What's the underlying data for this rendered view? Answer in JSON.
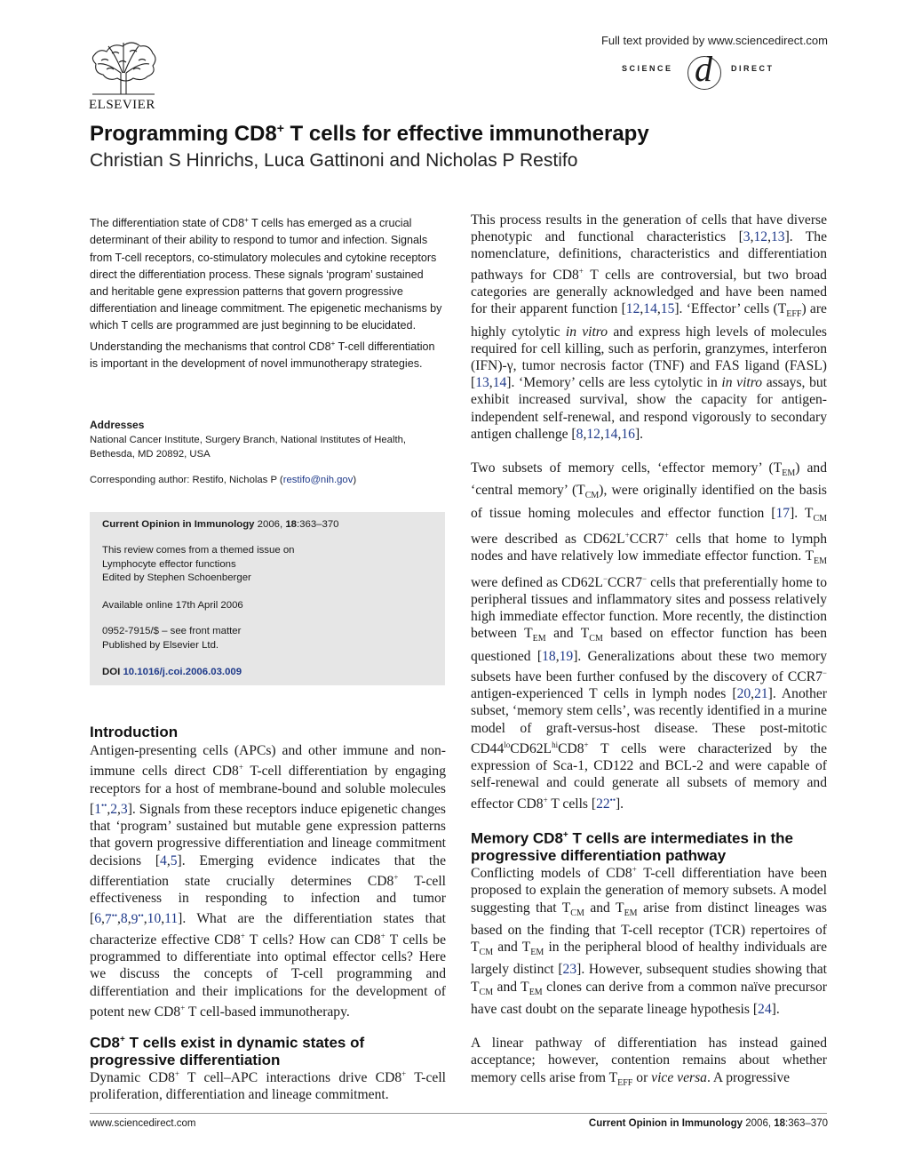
{
  "header": {
    "publisher": "ELSEVIER",
    "fulltext_note": "Full text provided by www.sciencedirect.com",
    "sd_logo_left": "SCIENCE",
    "sd_logo_right": "DIRECT",
    "sd_logo_mark": "d"
  },
  "article": {
    "title": "Programming CD8+ T cells for effective immunotherapy",
    "authors": "Christian S Hinrichs, Luca Gattinoni and Nicholas P Restifo"
  },
  "abstract": "The differentiation state of CD8+ T cells has emerged as a crucial determinant of their ability to respond to tumor and infection. Signals from T-cell receptors, co-stimulatory molecules and cytokine receptors direct the differentiation process. These signals ‘program’ sustained and heritable gene expression patterns that govern progressive differentiation and lineage commitment. The epigenetic mechanisms by which T cells are programmed are just beginning to be elucidated. Understanding the mechanisms that control CD8+ T-cell differentiation is important in the development of novel immunotherapy strategies.",
  "addresses": {
    "heading": "Addresses",
    "line1": "National Cancer Institute, Surgery Branch, National Institutes of Health,",
    "line2": "Bethesda, MD 20892, USA",
    "corresponding_prefix": "Corresponding author: Restifo, Nicholas P (",
    "email": "restifo@nih.gov",
    "corresponding_suffix": ")"
  },
  "infobox": {
    "journal": "Current Opinion in Immunology",
    "year_vol": "2006, ",
    "volume": "18",
    "pages": ":363–370",
    "theme_line1": "This review comes from a themed issue on",
    "theme_line2": "Lymphocyte effector functions",
    "theme_line3": "Edited by Stephen Schoenberger",
    "available": "Available online 17th April 2006",
    "issn": "0952-7915/$ – see front matter",
    "published": "Published by Elsevier Ltd.",
    "doi_label": "DOI",
    "doi": "10.1016/j.coi.2006.03.009"
  },
  "sections": {
    "intro_heading": "Introduction",
    "intro_text": "Antigen-presenting cells (APCs) and other immune and non-immune cells direct CD8+ T-cell differentiation by engaging receptors for a host of membrane-bound and soluble molecules [1••,2,3]. Signals from these receptors induce epigenetic changes that ‘program’ sustained but mutable gene expression patterns that govern progressive differentiation and lineage commitment decisions [4,5]. Emerging evidence indicates that the differentiation state crucially determines CD8+ T-cell effectiveness in responding to infection and tumor [6,7••,8,9••,10,11]. What are the differentiation states that characterize effective CD8+ T cells? How can CD8+ T cells be programmed to differentiate into optimal effector cells? Here we discuss the concepts of T-cell programming and differentiation and their implications for the development of potent new CD8+ T cell-based immunotherapy.",
    "dyn_heading_1": "CD8+ T cells exist in dynamic states of",
    "dyn_heading_2": "progressive differentiation",
    "dyn_text": "Dynamic CD8+ T cell–APC interactions drive CD8+ T-cell proliferation, differentiation and lineage commitment.",
    "right_p1": "This process results in the generation of cells that have diverse phenotypic and functional characteristics [3,12,13]. The nomenclature, definitions, characteristics and differentiation pathways for CD8+ T cells are controversial, but two broad categories are generally acknowledged and have been named for their apparent function [12,14,15]. ‘Effector’ cells (TEFF) are highly cytolytic in vitro and express high levels of molecules required for cell killing, such as perforin, granzymes, interferon (IFN)-γ, tumor necrosis factor (TNF) and FAS ligand (FASL) [13,14]. ‘Memory’ cells are less cytolytic in in vitro assays, but exhibit increased survival, show the capacity for antigen-independent self-renewal, and respond vigorously to secondary antigen challenge [8,12,14,16].",
    "right_p2": "Two subsets of memory cells, ‘effector memory’ (TEM) and ‘central memory’ (TCM), were originally identified on the basis of tissue homing molecules and effector function [17]. TCM were described as CD62L+CCR7+ cells that home to lymph nodes and have relatively low immediate effector function. TEM were defined as CD62L−CCR7− cells that preferentially home to peripheral tissues and inflammatory sites and possess relatively high immediate effector function. More recently, the distinction between TEM and TCM based on effector function has been questioned [18,19]. Generalizations about these two memory subsets have been further confused by the discovery of CCR7− antigen-experienced T cells in lymph nodes [20,21]. Another subset, ‘memory stem cells’, was recently identified in a murine model of graft-versus-host disease. These post-mitotic CD44loCD62LhiCD8+ T cells were characterized by the expression of Sca-1, CD122 and BCL-2 and were capable of self-renewal and could generate all subsets of memory and effector CD8+ T cells [22••].",
    "mem_heading_1": "Memory CD8+ T cells are intermediates in the",
    "mem_heading_2": "progressive differentiation pathway",
    "right_p3": "Conflicting models of CD8+ T-cell differentiation have been proposed to explain the generation of memory subsets. A model suggesting that TCM and TEM arise from distinct lineages was based on the finding that T-cell receptor (TCR) repertoires of TCM and TEM in the peripheral blood of healthy individuals are largely distinct [23]. However, subsequent studies showing that TCM and TEM clones can derive from a common naïve precursor have cast doubt on the separate lineage hypothesis [24].",
    "right_p4": "A linear pathway of differentiation has instead gained acceptance; however, contention remains about whether memory cells arise from TEFF or vice versa. A progressive"
  },
  "footer": {
    "left": "www.sciencedirect.com",
    "journal": "Current Opinion in Immunology",
    "year": " 2006, ",
    "volume": "18",
    "pages": ":363–370"
  }
}
